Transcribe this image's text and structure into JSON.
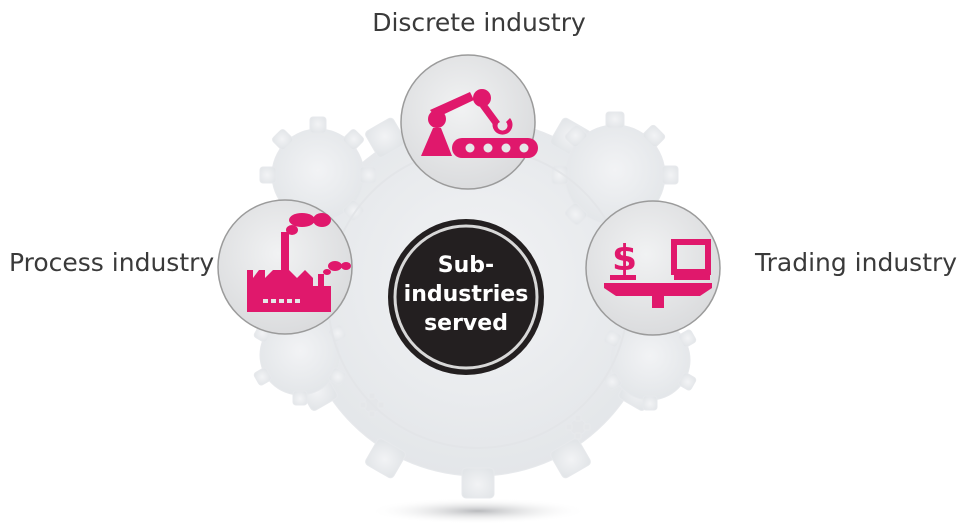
{
  "diagram": {
    "center": {
      "lines": [
        "Sub-",
        "industries",
        "served"
      ]
    },
    "nodes": [
      {
        "label": "Discrete industry",
        "icon": "robot-arm-conveyor-icon"
      },
      {
        "label": "Process industry",
        "icon": "factory-icon"
      },
      {
        "label": "Trading industry",
        "icon": "scale-dollar-computer-icon"
      }
    ]
  },
  "colors": {
    "accent": "#e0186c",
    "center_fill": "#231f20",
    "node_fill": "#e6e7e8",
    "gear_fill": "#eceef0",
    "label_text": "#3a3a3a"
  }
}
